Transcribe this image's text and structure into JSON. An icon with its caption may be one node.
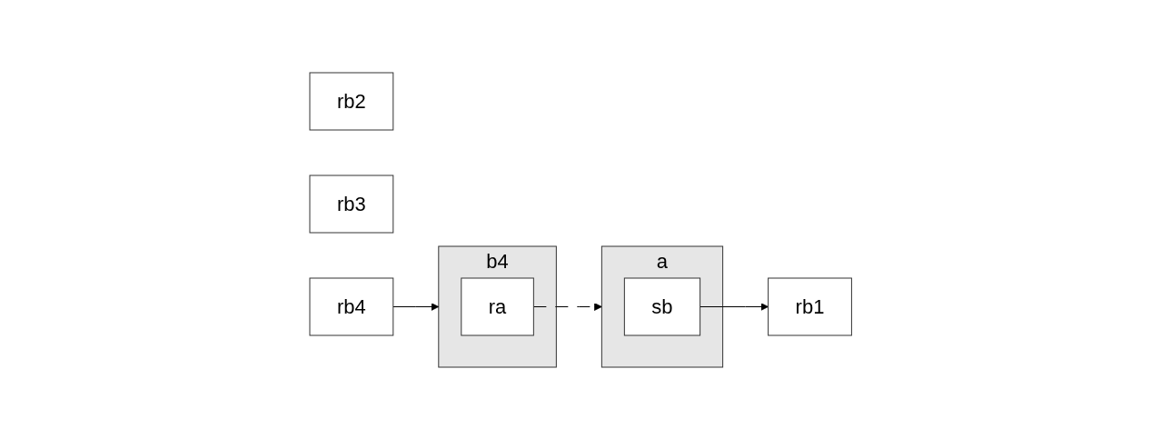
{
  "diagram": {
    "nodes": [
      {
        "text": [
          "a"
        ]
      },
      {
        "text": [
          "sb"
        ],
        "in": 0
      },
      {
        "text": [
          "rb1"
        ]
      },
      {
        "text": [
          "rb2"
        ]
      },
      {
        "text": [
          "rb3"
        ]
      },
      {
        "text": [
          "rb4"
        ]
      },
      {
        "text": [
          "b4"
        ]
      },
      {
        "text": [
          "ra"
        ],
        "in": 6
      }
    ],
    "edges": [
      {
        "from": 1,
        "to": 2,
        "arrow": "to"
      },
      {
        "from": 5,
        "to": 6,
        "arrow": "to"
      },
      {
        "from": 7,
        "to": 0,
        "arrow": "to",
        "style": "dashed"
      }
    ]
  }
}
